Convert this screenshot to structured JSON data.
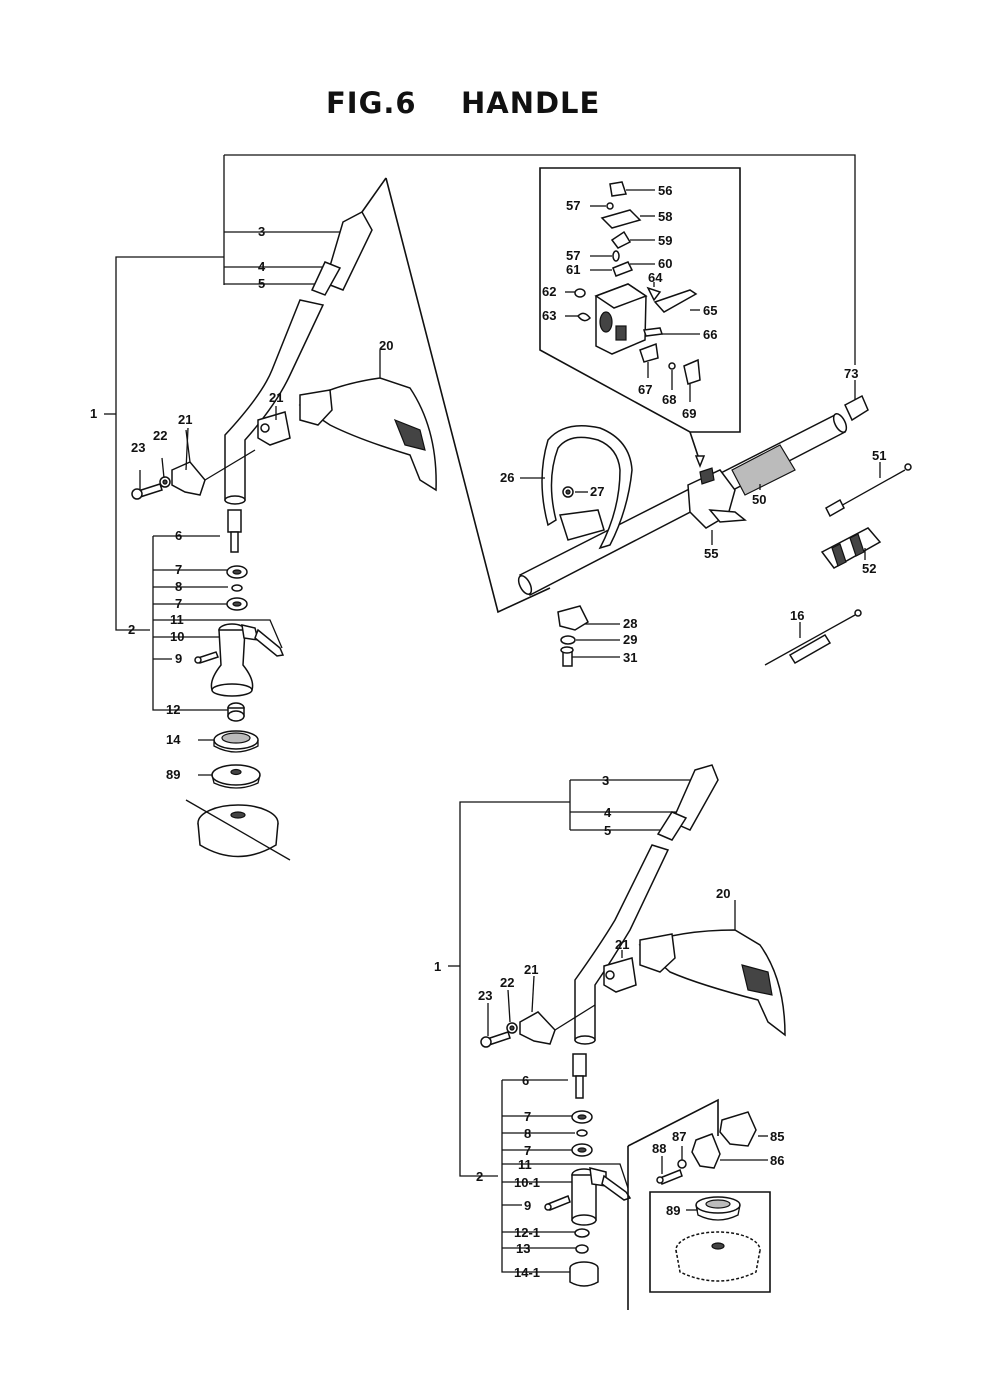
{
  "title": "FIG.6    HANDLE",
  "labels": {
    "upper_left": {
      "p1": "1",
      "p2": "2",
      "p3": "3",
      "p4": "4",
      "p5": "5",
      "p6": "6",
      "p7a": "7",
      "p8": "8",
      "p7b": "7",
      "p11": "11",
      "p10": "10",
      "p9": "9",
      "p12": "12",
      "p14": "14",
      "p89": "89",
      "p20": "20",
      "p21a": "21",
      "p21b": "21",
      "p22": "22",
      "p23": "23"
    },
    "control_box": {
      "p56": "56",
      "p57a": "57",
      "p58": "58",
      "p59": "59",
      "p57b": "57",
      "p60": "60",
      "p61": "61",
      "p64": "64",
      "p62": "62",
      "p65": "65",
      "p63": "63",
      "p66": "66",
      "p67": "67",
      "p68": "68",
      "p69": "69"
    },
    "shaft": {
      "p73": "73",
      "p26": "26",
      "p27": "27",
      "p50": "50",
      "p55": "55",
      "p51": "51",
      "p52": "52",
      "p28": "28",
      "p29": "29",
      "p31": "31",
      "p16": "16"
    },
    "lower_right": {
      "p3": "3",
      "p4": "4",
      "p5": "5",
      "p20": "20",
      "p1": "1",
      "p21a": "21",
      "p21b": "21",
      "p23": "23",
      "p22": "22",
      "p6": "6",
      "p7a": "7",
      "p8": "8",
      "p7b": "7",
      "p11": "11",
      "p2": "2",
      "p101": "10-1",
      "p9": "9",
      "p121": "12-1",
      "p13": "13",
      "p141": "14-1",
      "p85": "85",
      "p88": "88",
      "p87": "87",
      "p86": "86",
      "p89": "89"
    }
  }
}
